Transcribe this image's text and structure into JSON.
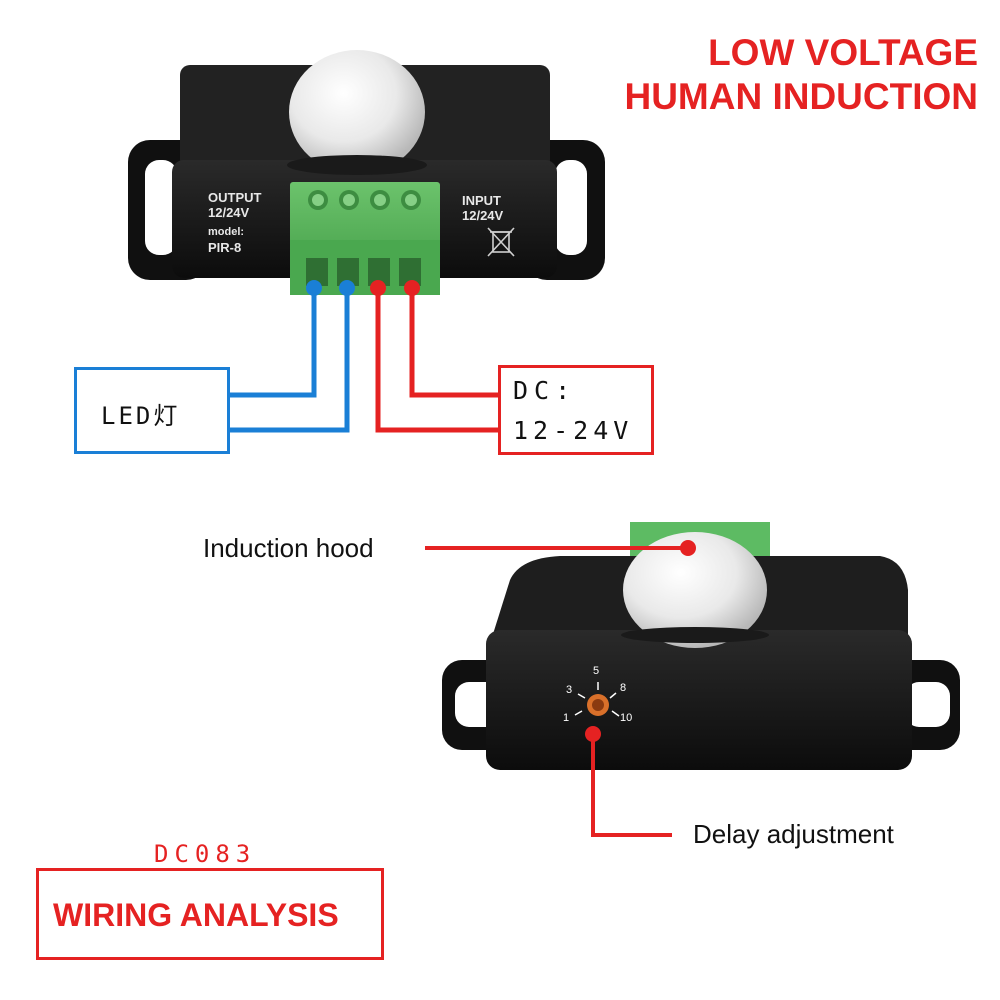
{
  "header": {
    "line1": "LOW VOLTAGE",
    "line2": "HUMAN INDUCTION"
  },
  "device_top": {
    "output_label": "OUTPUT",
    "output_voltage": "12/24V",
    "model_label": "model:",
    "model_value": "PIR-8",
    "input_label": "INPUT",
    "input_voltage": "12/24V"
  },
  "led_box": {
    "label": "LED灯"
  },
  "dc_box": {
    "line1": "DC:",
    "line2": "12-24V"
  },
  "callouts": {
    "induction_hood": "Induction hood",
    "delay_adjustment": "Delay adjustment"
  },
  "dial": {
    "marks": [
      "1",
      "3",
      "5",
      "8",
      "10"
    ]
  },
  "footer": {
    "code": "DC083",
    "analysis": "WIRING ANALYSIS"
  },
  "colors": {
    "red": "#e52222",
    "blue": "#1a7fd6",
    "terminal_green": "#4caf50",
    "body_black": "#141414"
  }
}
